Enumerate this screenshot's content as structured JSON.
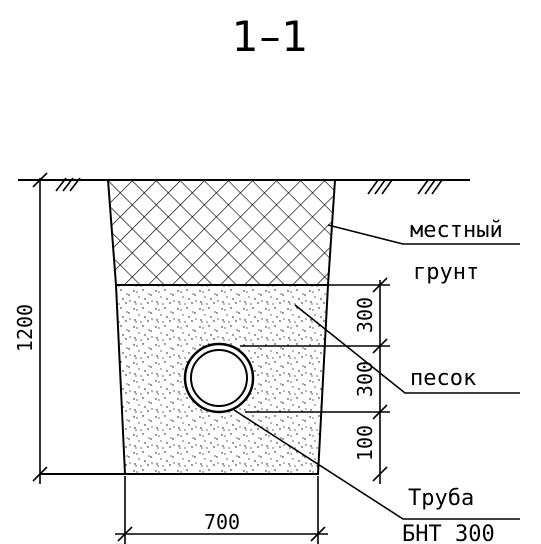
{
  "section_title": "1–1",
  "dimensions": {
    "total_depth": "1200",
    "top_sand": "300",
    "mid_sand": "300",
    "bottom_sand": "100",
    "bottom_width": "700"
  },
  "labels": {
    "soil_line1": "местный",
    "soil_line2": "грунт",
    "sand": "песок",
    "pipe_line1": "Труба",
    "pipe_line2": "БНТ 300"
  }
}
